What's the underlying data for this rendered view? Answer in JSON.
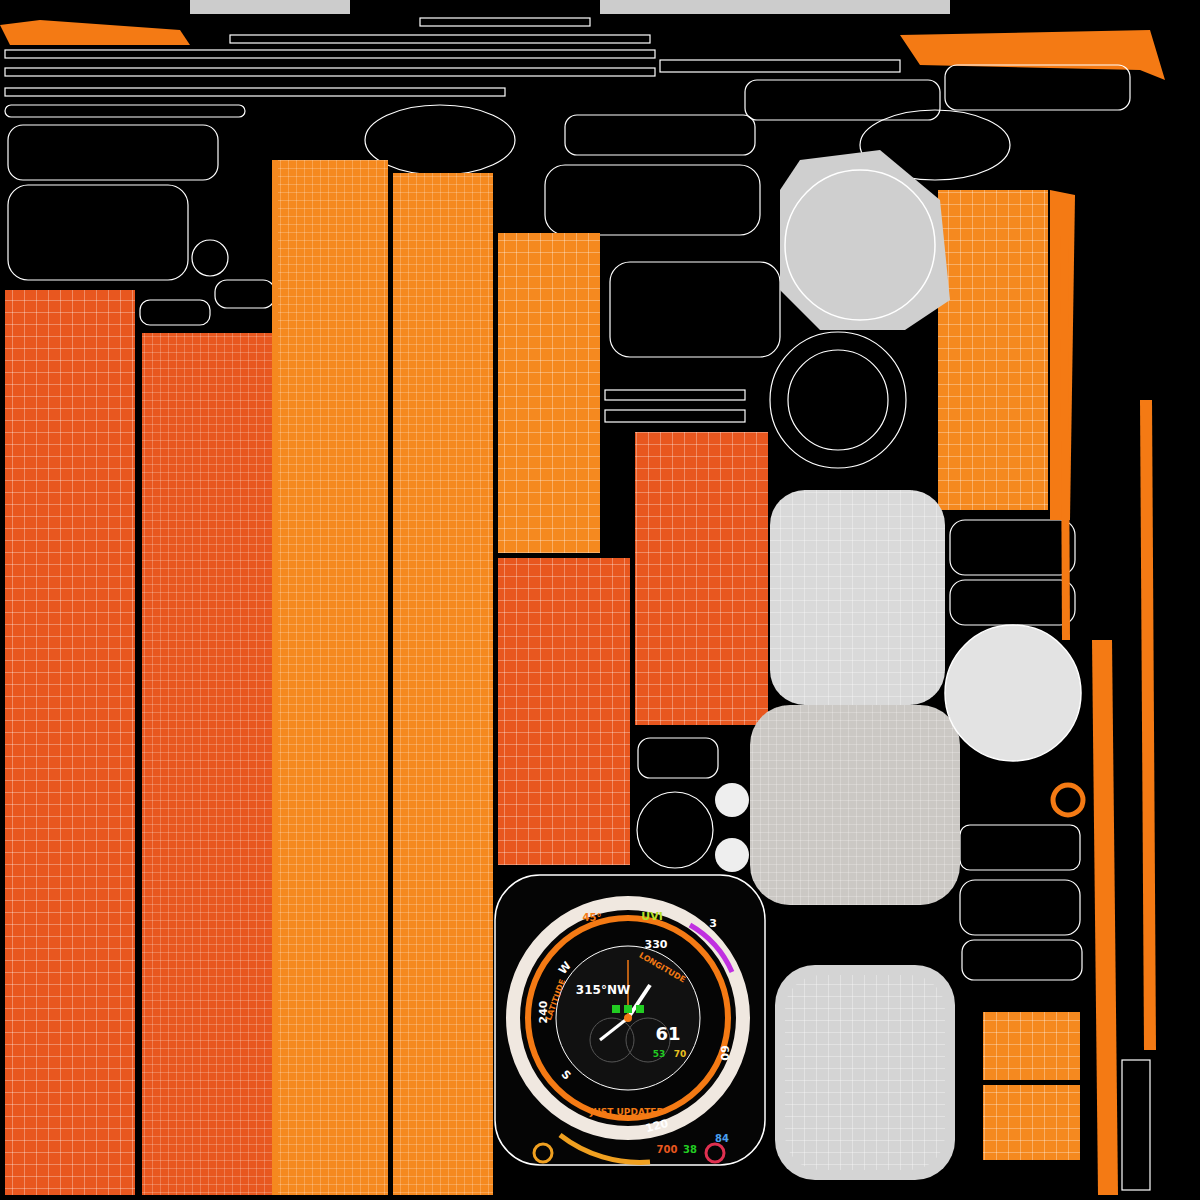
{
  "diagram": {
    "labels": [
      "UVI",
      "3",
      "45°",
      "330",
      "W",
      "240",
      "S",
      "120",
      "60",
      "315°NW",
      "61",
      "53",
      "70",
      "LATITUDE",
      "LONGITUDE",
      "JUST UPDATED",
      "700",
      "38",
      "84"
    ]
  }
}
